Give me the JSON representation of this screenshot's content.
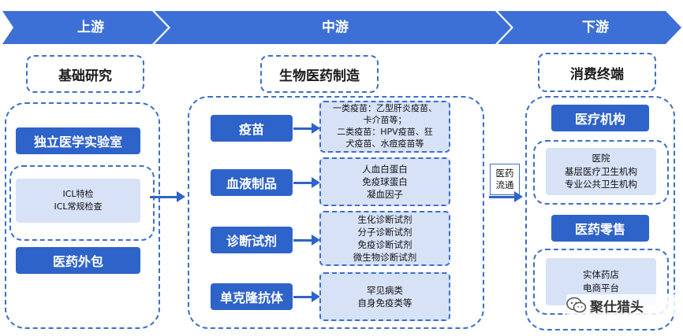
{
  "stages": {
    "upstream": "上游",
    "midstream": "中游",
    "downstream": "下游"
  },
  "upstream": {
    "title": "基础研究",
    "items": [
      "独立医学实验室",
      "医药外包"
    ],
    "detail_lines": [
      "ICL特检",
      "ICL常规检查"
    ]
  },
  "midstream": {
    "title": "生物医药制造",
    "rows": [
      {
        "label": "疫苗",
        "details": [
          "一类疫苗：乙型肝炎疫苗、",
          "卡介苗等；",
          "二类疫苗：HPV疫苗、狂",
          "犬疫苗、水痘疫苗等"
        ]
      },
      {
        "label": "血液制品",
        "details": [
          "人血白蛋白",
          "免疫球蛋白",
          "凝血因子"
        ]
      },
      {
        "label": "诊断试剂",
        "details": [
          "生化诊断试剂",
          "分子诊断试剂",
          "免疫诊断试剂",
          "微生物诊断试剂"
        ]
      },
      {
        "label": "单克隆抗体",
        "details": [
          "罕见病类",
          "自身免疫类等"
        ]
      }
    ]
  },
  "channel": {
    "lines": [
      "医药",
      "流通"
    ]
  },
  "downstream": {
    "title": "消费终端",
    "medical": {
      "label": "医疗机构",
      "details": [
        "医院",
        "基层医疗卫生机构",
        "专业公共卫生机构"
      ]
    },
    "retail": {
      "label": "医药零售",
      "details": [
        "实体药店",
        "电商平台"
      ]
    }
  },
  "watermark": {
    "account_name": "聚仕猎头"
  },
  "colors": {
    "primary": "#2e63c9",
    "light": "#d7e2f7",
    "dash": "#3b6fc9"
  }
}
